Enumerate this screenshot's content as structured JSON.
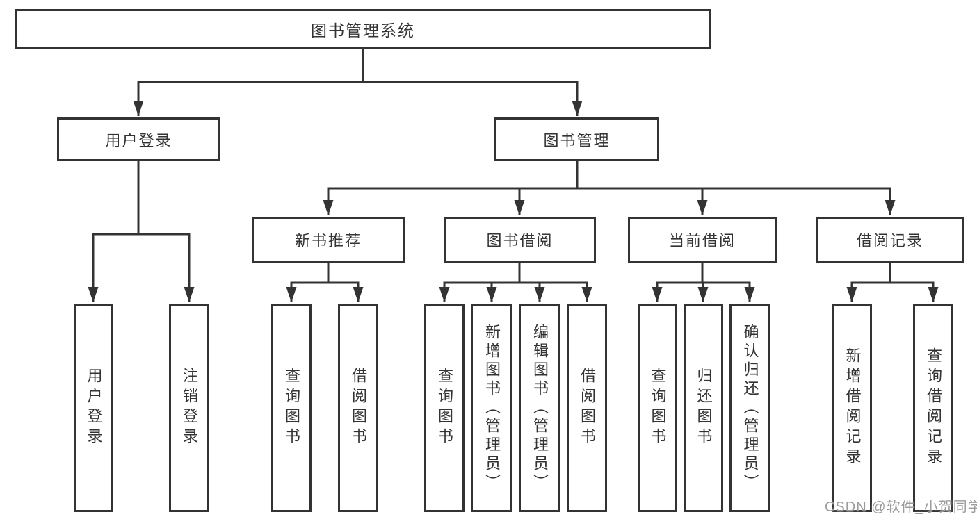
{
  "diagram": {
    "root": {
      "label": "图书管理系统"
    },
    "user_login": {
      "label": "用户登录",
      "children": [
        {
          "label": "用户登录"
        },
        {
          "label": "注销登录"
        }
      ]
    },
    "book_mgmt": {
      "label": "图书管理",
      "groups": [
        {
          "label": "新书推荐",
          "children": [
            {
              "label": "查询图书"
            },
            {
              "label": "借阅图书"
            }
          ]
        },
        {
          "label": "图书借阅",
          "children": [
            {
              "label": "查询图书"
            },
            {
              "label": "新增图书（管理员）"
            },
            {
              "label": "编辑图书（管理员）"
            },
            {
              "label": "借阅图书"
            }
          ]
        },
        {
          "label": "当前借阅",
          "children": [
            {
              "label": "查询图书"
            },
            {
              "label": "归还图书"
            },
            {
              "label": "确认归还（管理员）"
            }
          ]
        },
        {
          "label": "借阅记录",
          "children": [
            {
              "label": "新增借阅记录"
            },
            {
              "label": "查询借阅记录"
            }
          ]
        }
      ]
    },
    "watermark": "CSDN @软件_小贺同学",
    "colors": {
      "line": "#333333",
      "text": "#333333",
      "box_background": "#ffffff",
      "watermark": "#9b9b9b",
      "background": "#ffffff"
    }
  }
}
